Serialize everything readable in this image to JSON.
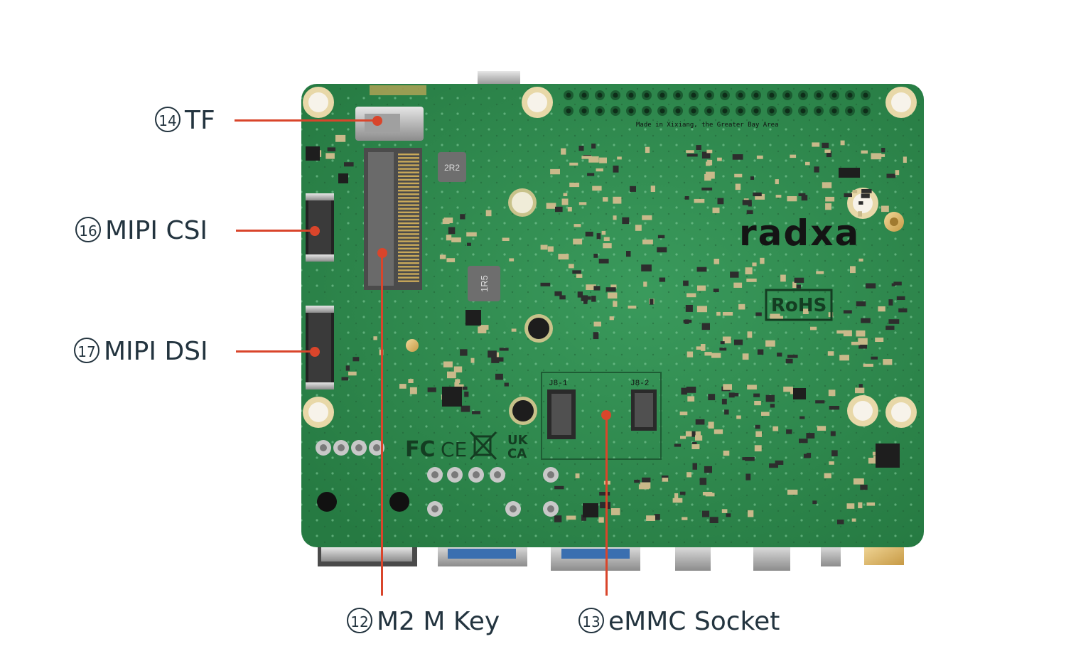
{
  "board": {
    "brand_logo": "radxa",
    "silk_made_in": "Made in Xixiang, the Greater Bay Area",
    "rohs_mark": "RoHS",
    "inductor_1": "2R2",
    "inductor_2": "1R5",
    "conn_j8_1": "J8-1",
    "conn_j8_2": "J8-2",
    "cert_fc": "FC",
    "cert_ce": "CE",
    "cert_ukca_1": "UK",
    "cert_ukca_2": "CA",
    "pcb_color": "#2e8b4d",
    "accent_color": "#d9452b"
  },
  "callouts": {
    "tf": {
      "num": "14",
      "label": "TF"
    },
    "mipi_csi": {
      "num": "16",
      "label": "MIPI CSI"
    },
    "mipi_dsi": {
      "num": "17",
      "label": "MIPI DSI"
    },
    "m2_m_key": {
      "num": "12",
      "label": "M2 M Key"
    },
    "emmc_socket": {
      "num": "13",
      "label": "eMMC Socket"
    }
  }
}
